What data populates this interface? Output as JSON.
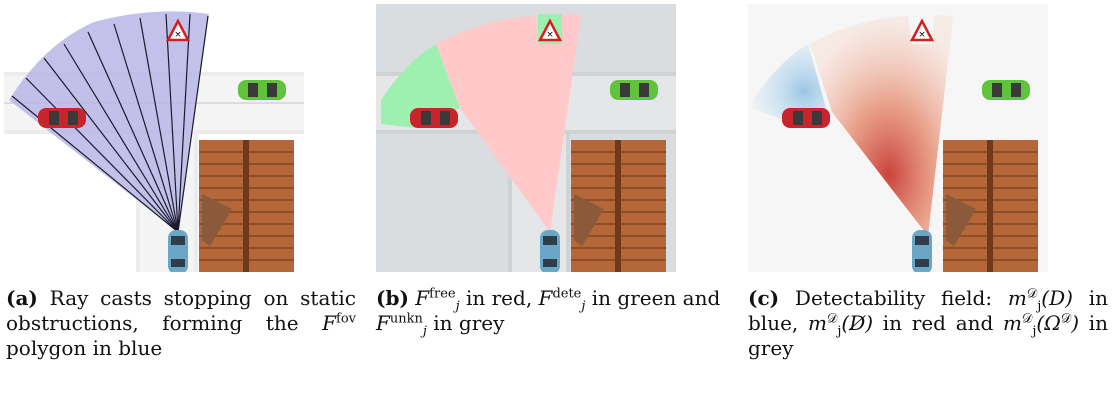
{
  "figure": {
    "panels": [
      {
        "id": "a",
        "label": "(a)",
        "caption_text": "Ray casts stopping on static obstructions, forming the",
        "caption_symbol": "F",
        "caption_symbol_sup": "fov",
        "caption_tail": "polygon in blue"
      },
      {
        "id": "b",
        "label": "(b)",
        "free_symbol": "F",
        "free_sub": "j",
        "free_sup": "free",
        "free_text": "in red,",
        "dete_symbol": "F",
        "dete_sub": "j",
        "dete_sup": "dete",
        "dete_text": "in green and",
        "unkn_symbol": "F",
        "unkn_sub": "j",
        "unkn_sup": "unkn",
        "unkn_text": "in grey"
      },
      {
        "id": "c",
        "label": "(c)",
        "caption_text": "Detectability field:",
        "m_symbol": "m",
        "m_sub": "j",
        "m_sup": "𝒟",
        "term1": "(D)",
        "term1_text": "in blue,",
        "term2": "(D̸)",
        "term2_text": "in red and",
        "term3": "(Ω",
        "term3_sup": "𝒟",
        "term3_close": ")",
        "term3_text": "in grey"
      }
    ],
    "colors": {
      "fov_blue": "#b9b6e6",
      "free_red": "#ffc9c9",
      "dete_green": "#9ef0b0",
      "road_grey": "#e9e9e9",
      "bg_grey": "#d9dde0",
      "building_brown": "#b5673a",
      "car_red": "#c8242b",
      "car_green": "#5fc43a",
      "car_blue": "#6aa7c6"
    },
    "icons": [
      "warning-sign-icon",
      "red-car-icon",
      "green-car-icon",
      "ego-car-icon",
      "building-icon"
    ]
  }
}
